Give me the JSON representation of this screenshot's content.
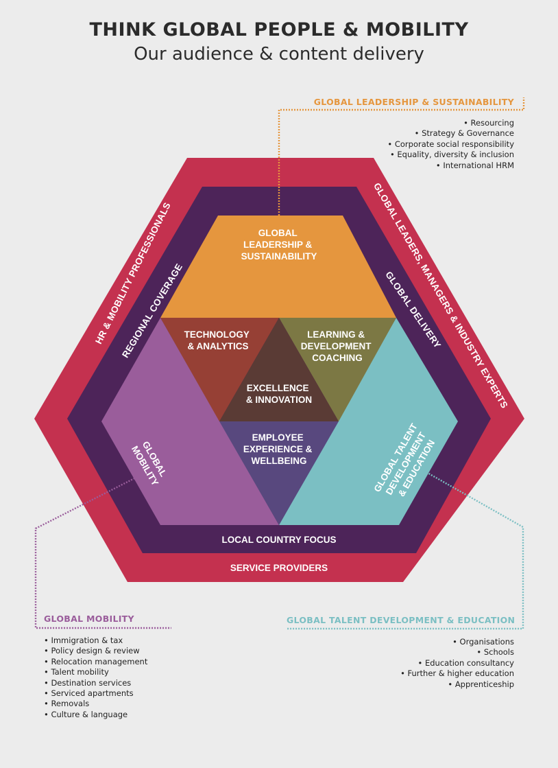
{
  "header": {
    "title": "THINK GLOBAL PEOPLE & MOBILITY",
    "subtitle": "Our audience & content delivery"
  },
  "colors": {
    "background": "#ececec",
    "outer_ring": "#c4314f",
    "inner_ring": "#4d2459",
    "leadership": "#e5963e",
    "mobility": "#9a5d9b",
    "talent": "#7bbfc3",
    "technology": "#964035",
    "learning": "#7c7844",
    "excellence": "#5a3b35",
    "employee": "#58487e"
  },
  "outer_ring": {
    "left": "HR & MOBILITY PROFESSIONALS",
    "right": "GLOBAL LEADERS, MANAGERS & INDUSTRY EXPERTS",
    "bottom": "SERVICE PROVIDERS"
  },
  "inner_ring": {
    "left": "REGIONAL COVERAGE",
    "right": "GLOBAL DELIVERY",
    "bottom": "LOCAL COUNTRY FOCUS"
  },
  "segments": {
    "leadership": [
      "GLOBAL",
      "LEADERSHIP &",
      "SUSTAINABILITY"
    ],
    "technology": [
      "TECHNOLOGY",
      "& ANALYTICS"
    ],
    "learning": [
      "LEARNING &",
      "DEVELOPMENT",
      "COACHING"
    ],
    "excellence": [
      "EXCELLENCE",
      "& INNOVATION"
    ],
    "employee": [
      "EMPLOYEE",
      "EXPERIENCE &",
      "WELLBEING"
    ],
    "mobility": [
      "GLOBAL",
      "MOBILITY"
    ],
    "talent": [
      "GLOBAL TALENT",
      "DEVELOPMENT",
      "& EDUCATION"
    ]
  },
  "panels": {
    "leadership": {
      "title": "GLOBAL LEADERSHIP & SUSTAINABILITY",
      "items": [
        "Resourcing",
        "Strategy & Governance",
        "Corporate social responsibility",
        "Equality, diversity & inclusion",
        "International HRM"
      ]
    },
    "mobility": {
      "title": "GLOBAL MOBILITY",
      "items": [
        "Immigration & tax",
        "Policy design & review",
        "Relocation management",
        "Talent mobility",
        "Destination services",
        "Serviced apartments",
        "Removals",
        "Culture & language"
      ]
    },
    "talent": {
      "title": "GLOBAL TALENT DEVELOPMENT & EDUCATION",
      "items": [
        "Organisations",
        "Schools",
        "Education consultancy",
        "Further & higher education",
        "Apprenticeship"
      ]
    }
  }
}
